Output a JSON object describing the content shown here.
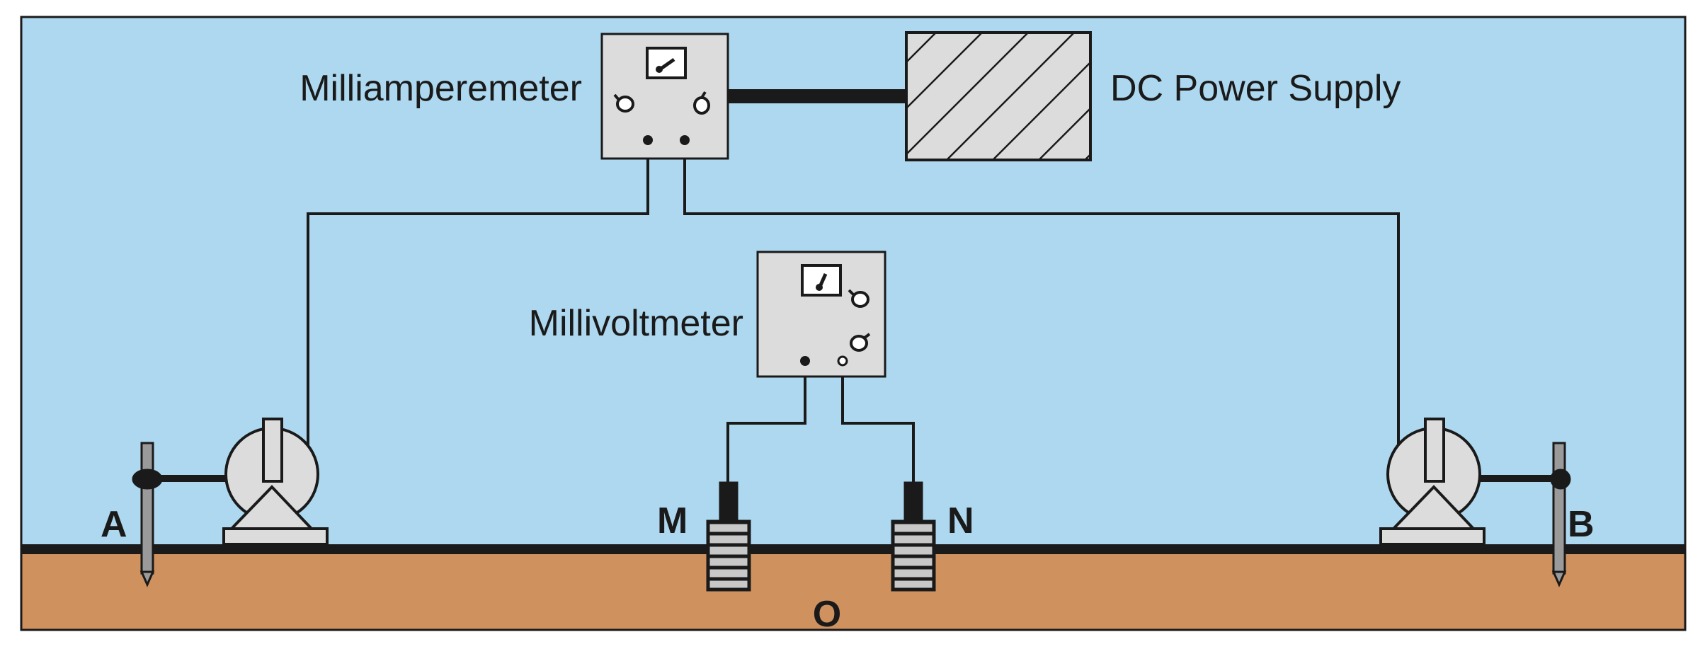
{
  "diagram": {
    "labels": {
      "milliamperemeter": "Milliamperemeter",
      "power_supply": "DC Power Supply",
      "millivoltmeter": "Millivoltmeter"
    },
    "electrodes": {
      "a": "A",
      "b": "B",
      "m": "M",
      "n": "N",
      "center": "O"
    }
  },
  "colors": {
    "sky": "#add8ef",
    "ground": "#cf915e",
    "device_fill": "#dcdcdc",
    "outline": "#1a1a1a"
  },
  "icons": [
    "analog-gauge-icon",
    "knob-icon",
    "hatch-pattern",
    "cable-reel-icon",
    "ground-stake-icon",
    "porous-pot-electrode-icon"
  ]
}
